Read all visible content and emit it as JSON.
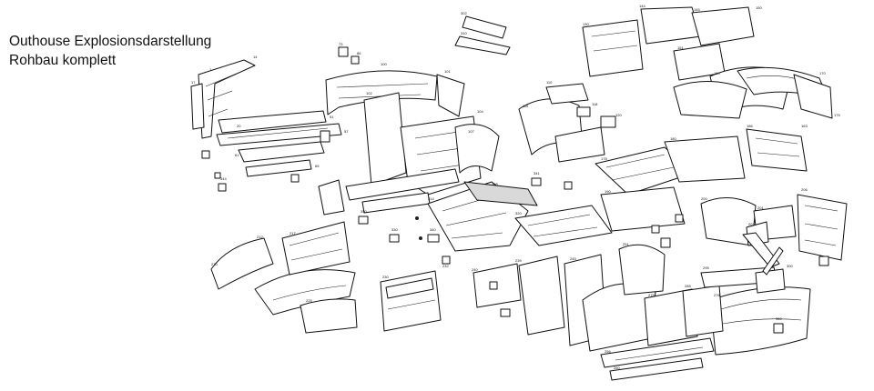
{
  "caption": {
    "line1": "Outhouse Explosionsdarstellung",
    "line2": "Rohbau komplett"
  },
  "part_numbers": [
    "1",
    "14",
    "17",
    "20",
    "51",
    "57",
    "61",
    "65",
    "73",
    "86",
    "100",
    "101",
    "102",
    "104",
    "107",
    "108",
    "110",
    "115",
    "118",
    "120",
    "130",
    "144",
    "145",
    "150",
    "151",
    "160",
    "163",
    "170",
    "175",
    "178",
    "180",
    "186",
    "190",
    "200",
    "201",
    "206",
    "207",
    "210",
    "212",
    "217",
    "225",
    "230",
    "232",
    "239",
    "240",
    "245",
    "251",
    "256",
    "260",
    "275",
    "276",
    "285",
    "295",
    "300",
    "302",
    "310",
    "314",
    "320",
    "330",
    "340",
    "341",
    "344",
    "350",
    "360"
  ]
}
